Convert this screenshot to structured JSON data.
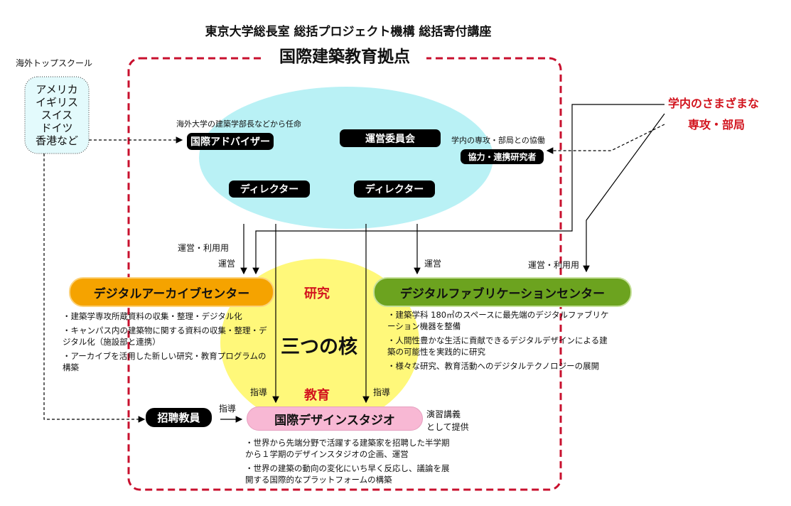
{
  "header": {
    "subtitle": "東京大学総長室 総括プロジェクト機構 総括寄付講座",
    "title": "国際建築教育拠点"
  },
  "overseas": {
    "label": "海外トップスクール",
    "countries": [
      "アメリカ",
      "イギリス",
      "スイス",
      "ドイツ",
      "香港など"
    ]
  },
  "internal": {
    "line1": "学内のさまざまな",
    "line2": "専攻・部局"
  },
  "governance": {
    "advisor_note": "海外大学の建築学部長などから任命",
    "advisor": "国際アドバイザー",
    "committee": "運営委員会",
    "collab_note": "学内の専攻・部局との協働",
    "collaborators": "協力・連携研究者",
    "director1": "ディレクター",
    "director2": "ディレクター"
  },
  "arrow_labels": {
    "use_left": "運営・利用用",
    "manage_left": "運営",
    "manage_right": "運営",
    "use_right": "運営・利用用",
    "guide_left": "指導",
    "guide_right": "指導",
    "guide_faculty": "指導"
  },
  "core": {
    "title": "三つの核",
    "research": "研究",
    "education": "教育"
  },
  "archive": {
    "name": "デジタルアーカイブセンター",
    "bullets": [
      "・建築学専攻所蔵資料の収集・整理・デジタル化",
      "・キャンパス内の建築物に関する資料の収集・整理・デジタル化（施設部と連携）",
      "・アーカイブを活用した新しい研究・教育プログラムの構築"
    ]
  },
  "fab": {
    "name": "デジタルファブリケーションセンター",
    "bullets": [
      "・建築学科 180㎡のスペースに最先端のデジタルファブリケーション機器を整備",
      "・人間性豊かな生活に貢献できるデジタルデザインによる建築の可能性を実践的に研究",
      "・様々な研究、教育活動へのデジタルテクノロジーの展開"
    ]
  },
  "studio": {
    "name": "国際デザインスタジオ",
    "faculty": "招聘教員",
    "note1": "演習講義",
    "note2": "として提供",
    "bullets": [
      "・世界から先端分野で活躍する建築家を招聘した半学期から１学期のデザインスタジオの企画、運営",
      "・世界の建築の動向の変化にいち早く反応し、議論を展開する国際的なプラットフォームの構築"
    ]
  },
  "colors": {
    "frame": "#c8102e",
    "cyan": "#b9f1f5",
    "yellow": "#fff87a",
    "orange": "#f5a300",
    "green": "#6ca31f",
    "pink": "#f8b8d4"
  }
}
